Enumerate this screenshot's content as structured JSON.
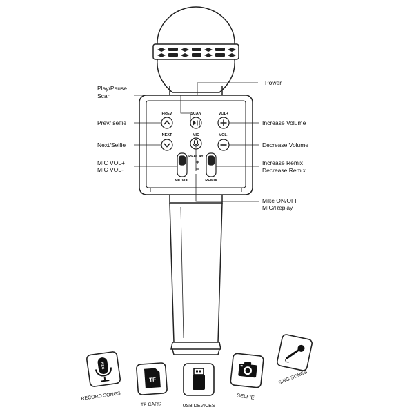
{
  "colors": {
    "ink": "#111111",
    "line": "#222222",
    "white": "#ffffff"
  },
  "panel": {
    "prev": "PREV",
    "scan": "SCAN",
    "vol_plus": "VOL+",
    "next": "NEXT",
    "mic": "MIC",
    "replay": "REPLAY",
    "vol_minus": "VOL-",
    "plus": "+",
    "minus": "−",
    "micvol": "MICVOL",
    "remix": "REMIX"
  },
  "callouts_left": {
    "play_pause": "Play/Pause",
    "scan": "Scan",
    "prev_selfie": "Prev/ selfie",
    "next_selfie": "Next/Selfie",
    "mic_vol_plus": "MIC VOL+",
    "mic_vol_minus": "MIC VOL-"
  },
  "callouts_right": {
    "power": "Power",
    "increase_volume": "Increase Volume",
    "decrease_volume": "Decrease Volume",
    "increase_remix": "Increase Remix",
    "decrease_remix": "Decrease Remix",
    "mike_on_off": "Mike ON/OFF",
    "mic_replay": "MIC/Replay"
  },
  "features": [
    {
      "label": "RECORD SONGS",
      "icon": "record-mic-icon",
      "badge": "REC"
    },
    {
      "label": "TF CARD",
      "icon": "tf-card-icon",
      "badge": "TF"
    },
    {
      "label": "USB DEVICES",
      "icon": "usb-drive-icon"
    },
    {
      "label": "SELFIE",
      "icon": "camera-icon"
    },
    {
      "label": "SING SONGS",
      "icon": "singing-mic-icon"
    }
  ]
}
